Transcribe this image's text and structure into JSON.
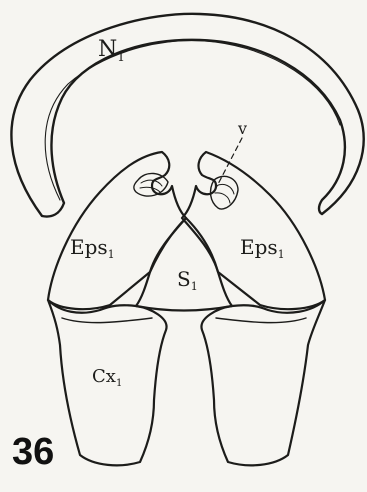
{
  "figure": {
    "number": "36",
    "labels": {
      "notum": "N",
      "notum_sub": "1",
      "vein_marker": "v",
      "episternum_left": "Eps",
      "episternum_left_sub": "1",
      "episternum_right": "Eps",
      "episternum_right_sub": "1",
      "sternum": "S",
      "sternum_sub": "1",
      "coxa": "Cx",
      "coxa_sub": "1"
    }
  }
}
